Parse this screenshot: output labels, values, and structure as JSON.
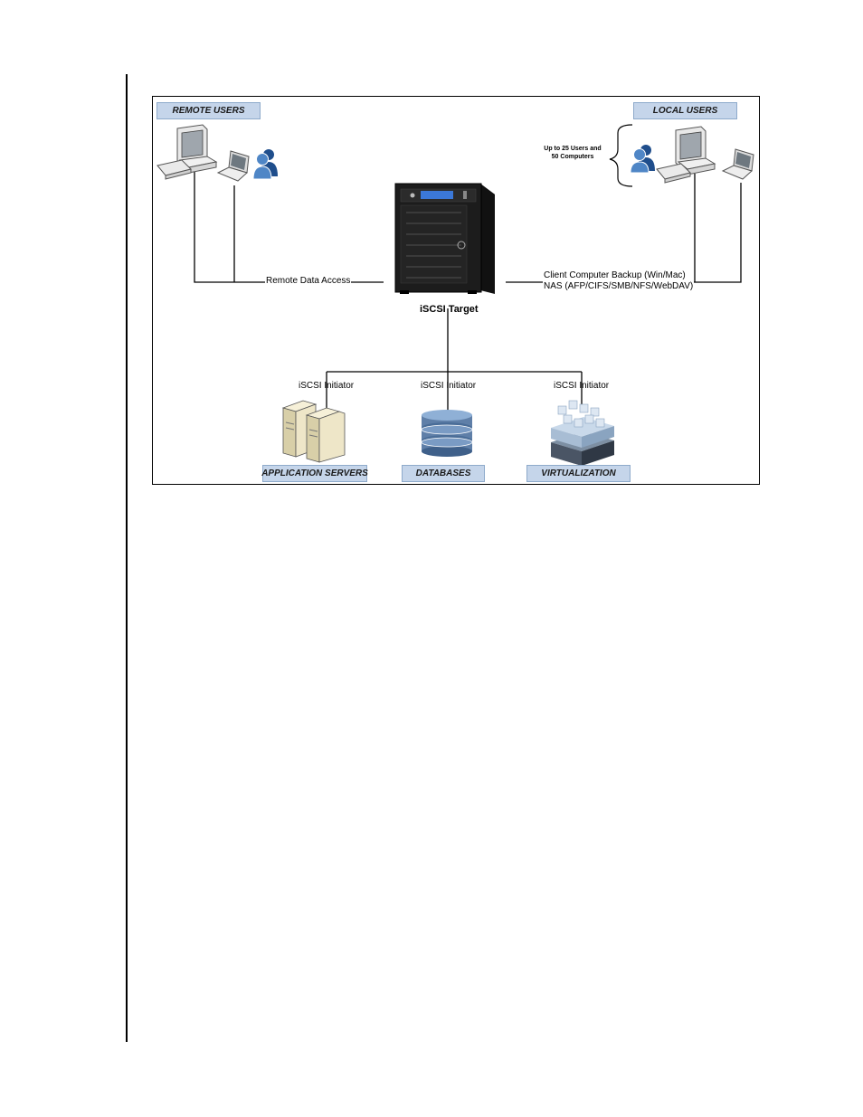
{
  "diagram": {
    "tags": {
      "remote_users": "REMOTE USERS",
      "local_users": "LOCAL USERS",
      "application_servers": "APPLICATION SERVERS",
      "databases": "DATABASES",
      "virtualization": "VIRTUALIZATION"
    },
    "labels": {
      "user_limit_line1": "Up to 25 Users and",
      "user_limit_line2": "50 Computers",
      "remote_data_access": "Remote Data Access",
      "client_backup": "Client Computer Backup (Win/Mac)",
      "nas_protocols": "NAS (AFP/CIFS/SMB/NFS/WebDAV)",
      "iscsi_target": "iSCSI Target",
      "iscsi_initiator_1": "iSCSI Initiator",
      "iscsi_initiator_2": "iSCSI Initiator",
      "iscsi_initiator_3": "iSCSI Initiator"
    },
    "colors": {
      "tag_fill": "#c5d5ea",
      "tag_border": "#8eaacb",
      "server_body": "#1c1c1c",
      "monitor_body": "#f4f4f4",
      "app_server_body": "#eee6c8",
      "database": "#5f7fa8",
      "virtualization_block": "#b9cde3"
    },
    "icons": [
      "desktop-computer-icon",
      "laptop-icon",
      "users-icon",
      "nas-server-icon",
      "application-servers-icon",
      "database-icon",
      "virtualization-icon",
      "curly-brace-icon"
    ]
  }
}
